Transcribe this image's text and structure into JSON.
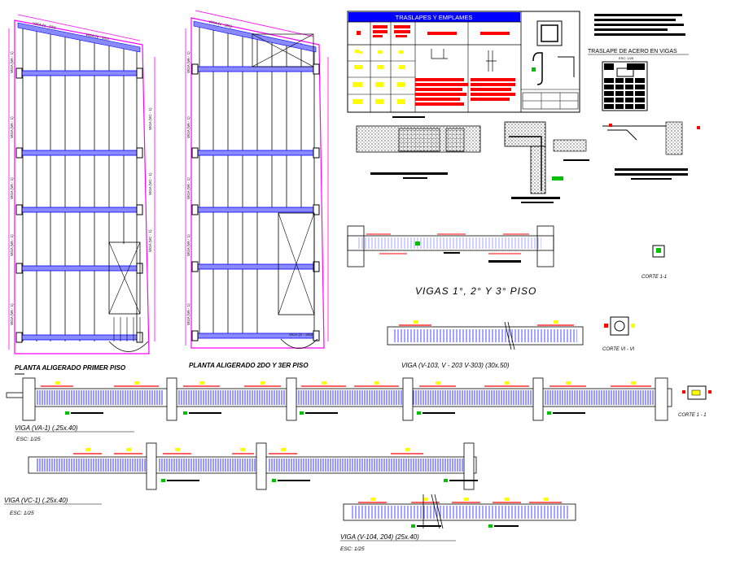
{
  "plans": {
    "plan1_title": "PLANTA ALIGERADO PRIMER PISO",
    "plan2_title": "PLANTA ALIGERADO 2DO Y 3ER PISO"
  },
  "table": {
    "title": "TRASLAPES Y EMPLAMES"
  },
  "traslape": {
    "title": "TRASLAPE DE ACERO EN VIGAS",
    "subtitle": "ESC: 1/25"
  },
  "section": {
    "title": "VIGAS 1°, 2° Y 3° PISO"
  },
  "cortes": {
    "corte_1_1_upper": "CORTE 1-1",
    "corte_vi_vi": "CORTE VI - VI",
    "corte_1_1_lower": "CORTE 1 - 1"
  },
  "beams": {
    "v103_title": "VIGA (V-103, V - 203 V-303) (30x.50)",
    "va1_title": "VIGA (VA-1) (.25x.40)",
    "va1_scale": "ESC: 1/25",
    "vc1_title": "VIGA (VC-1) (.25x.40)",
    "vc1_scale": "ESC: 1/25",
    "v104_title": "VIGA (V-104, 204) (25x.40)",
    "v104_scale": "ESC: 1/25"
  },
  "colors": {
    "outline": "#ff00ff",
    "beam": "#0000ff",
    "annotation": "#ff0000",
    "highlight": "#ffff00",
    "green": "#00c000",
    "line": "#000000"
  }
}
